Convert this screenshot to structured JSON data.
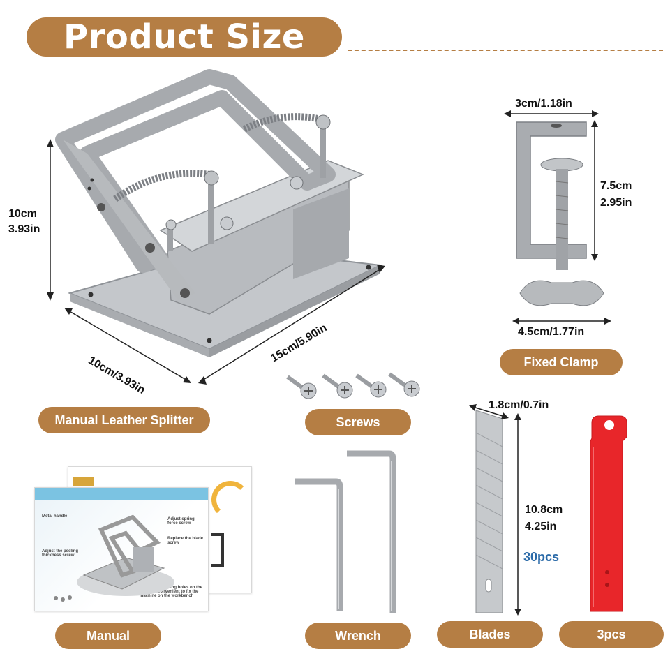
{
  "header": {
    "title": "Product Size"
  },
  "splitter": {
    "label": "Manual Leather Splitter",
    "height_cm": "10cm",
    "height_in": "3.93in",
    "depth": "10cm/3.93in",
    "width": "15cm/5.90in"
  },
  "clamp": {
    "label": "Fixed Clamp",
    "top": "3cm/1.18in",
    "height_cm": "7.5cm",
    "height_in": "2.95in",
    "bottom": "4.5cm/1.77in"
  },
  "screws": {
    "label": "Screws"
  },
  "manual": {
    "label": "Manual",
    "callouts": {
      "metal_handle": "Metal handle",
      "spring": "Adjust spring force screw",
      "blade": "Replace the blade screw",
      "thickness": "Adjust the peeling thickness screw",
      "mounting": "The four mounting holes on the base are convenient to fix the machine on the workbench"
    }
  },
  "wrench": {
    "label": "Wrench"
  },
  "blades": {
    "label": "Blades",
    "width": "1.8cm/0.7in",
    "length_cm": "10.8cm",
    "length_in": "4.25in",
    "quantity": "30pcs"
  },
  "blade_case": {
    "label": "3pcs"
  },
  "colors": {
    "accent": "#b57e44",
    "quantity_text": "#2a6aa8",
    "case_red": "#e8262a"
  }
}
